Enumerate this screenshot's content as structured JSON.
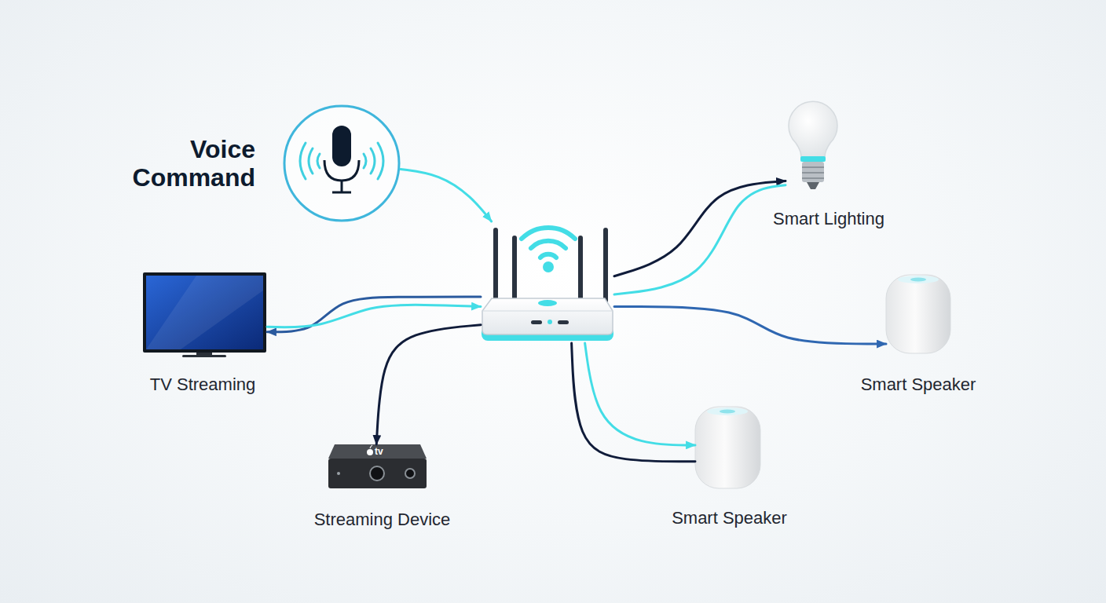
{
  "diagram": {
    "nodes": [
      {
        "text": [
          "Voice Command"
        ]
      },
      {
        "text": [
          "Smart Lighting"
        ]
      },
      {
        "text": [
          "TV Streaming"
        ]
      },
      {
        "text": []
      },
      {
        "text": [
          "Smart Speaker"
        ]
      },
      {
        "text": [
          "Streaming Device"
        ]
      },
      {
        "text": [
          "Smart Speaker"
        ]
      }
    ],
    "edges": [
      {
        "from": 0,
        "to": 3,
        "arrow": "to"
      },
      {
        "from": 3,
        "to": 2,
        "arrow": "to"
      },
      {
        "from": 2,
        "to": 3,
        "arrow": "to"
      },
      {
        "from": 3,
        "to": 5,
        "arrow": "to"
      },
      {
        "from": 3,
        "to": 1,
        "arrow": "to"
      },
      {
        "from": 3,
        "to": 1,
        "arrow": "none"
      },
      {
        "from": 3,
        "to": 4,
        "arrow": "to"
      },
      {
        "from": 3,
        "to": 6,
        "arrow": "to"
      },
      {
        "from": 3,
        "to": 6,
        "arrow": "none"
      }
    ],
    "labels": [
      "tv"
    ]
  }
}
